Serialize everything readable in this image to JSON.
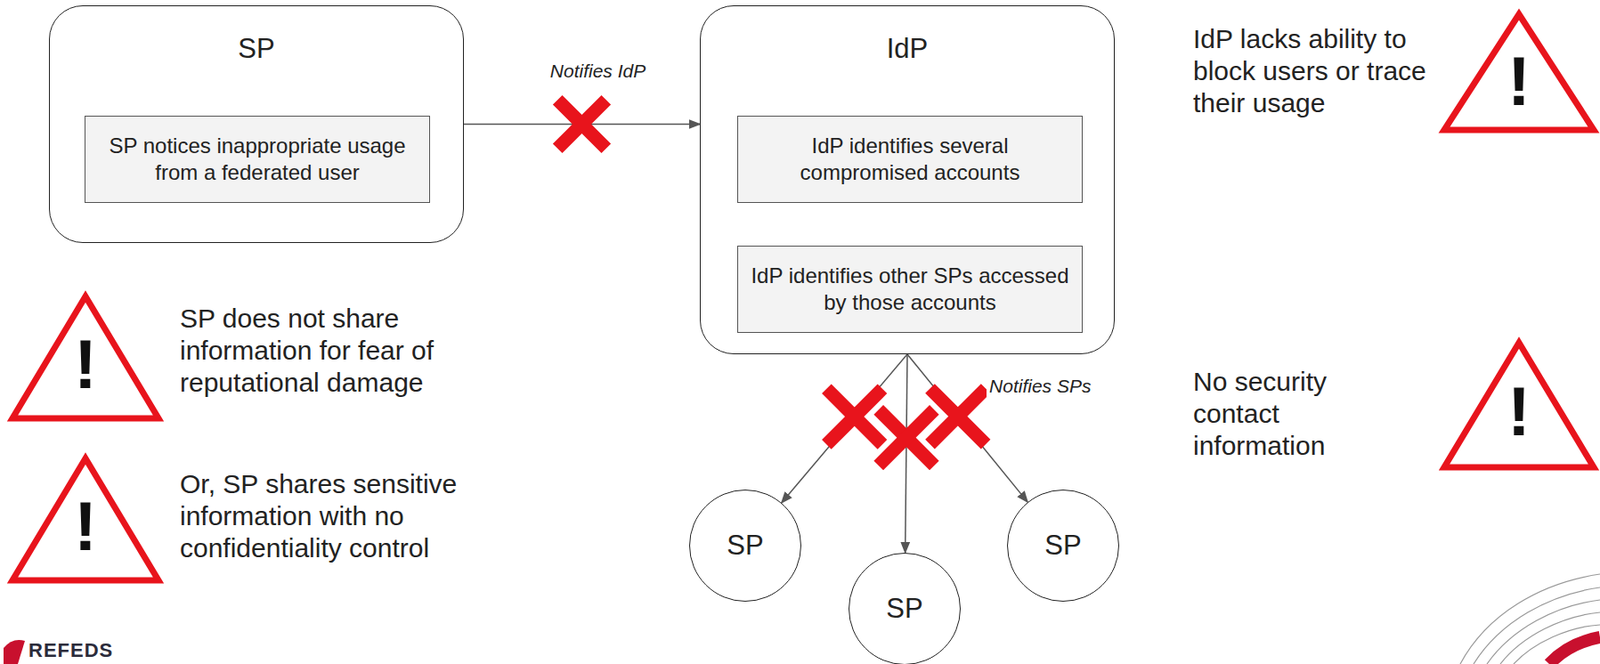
{
  "diagram": {
    "nodes": [
      {
        "text": [
          "SP"
        ]
      },
      {
        "text": [
          "SP notices inappropriate usage from a federated user"
        ],
        "in": 0
      },
      {
        "text": [
          "IdP"
        ]
      },
      {
        "text": [
          "IdP identifies several compromised accounts"
        ],
        "in": 2
      },
      {
        "text": [
          "IdP identifies other SPs accessed by those accounts"
        ],
        "in": 2
      },
      {
        "text": [
          "SP"
        ]
      },
      {
        "text": [
          "SP"
        ]
      },
      {
        "text": [
          "SP"
        ]
      }
    ],
    "edges": [
      {
        "from": 0,
        "to": 2,
        "arrow": "to",
        "label": "Notifies IdP"
      },
      {
        "from": 2,
        "to": 5,
        "arrow": "to"
      },
      {
        "from": 2,
        "to": 6,
        "arrow": "to"
      },
      {
        "from": 2,
        "to": 7,
        "arrow": "to",
        "label": "Notifies SPs"
      }
    ],
    "labels": [
      "IdP lacks ability to block users or trace their usage",
      "SP does not share information for fear of reputational damage",
      "Or, SP shares sensitive information with no confidentiality control",
      "No security contact information",
      "!",
      "!",
      "!",
      "!",
      "REFEDS"
    ]
  }
}
